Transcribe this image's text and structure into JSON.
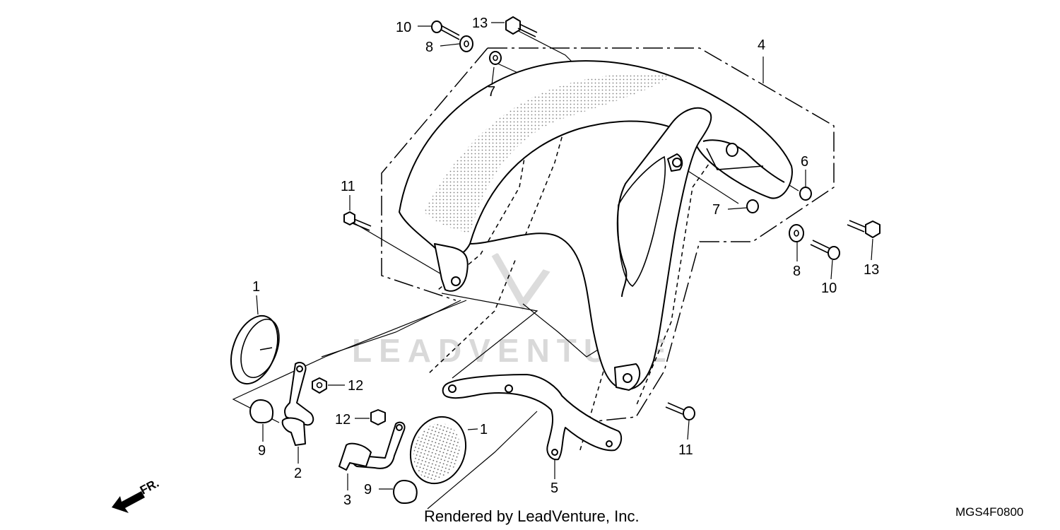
{
  "callouts": {
    "c10_top": "10",
    "c13_top": "13",
    "c8_top": "8",
    "c7_top": "7",
    "c4": "4",
    "c6": "6",
    "c7_right": "7",
    "c11_left": "11",
    "c8_right": "8",
    "c10_right": "10",
    "c13_right": "13",
    "c1_left": "1",
    "c12_upper": "12",
    "c12_lower": "12",
    "c1_lower": "1",
    "c9_left": "9",
    "c2": "2",
    "c3": "3",
    "c9_lower": "9",
    "c5": "5",
    "c11_right": "11"
  },
  "watermark": "LEADVENTURE",
  "credit": "Rendered by LeadVenture, Inc.",
  "diagram_code": "MGS4F0800",
  "direction_label": "FR.",
  "icons": [
    "front-direction-arrow-icon",
    "leadventure-logo-icon"
  ]
}
